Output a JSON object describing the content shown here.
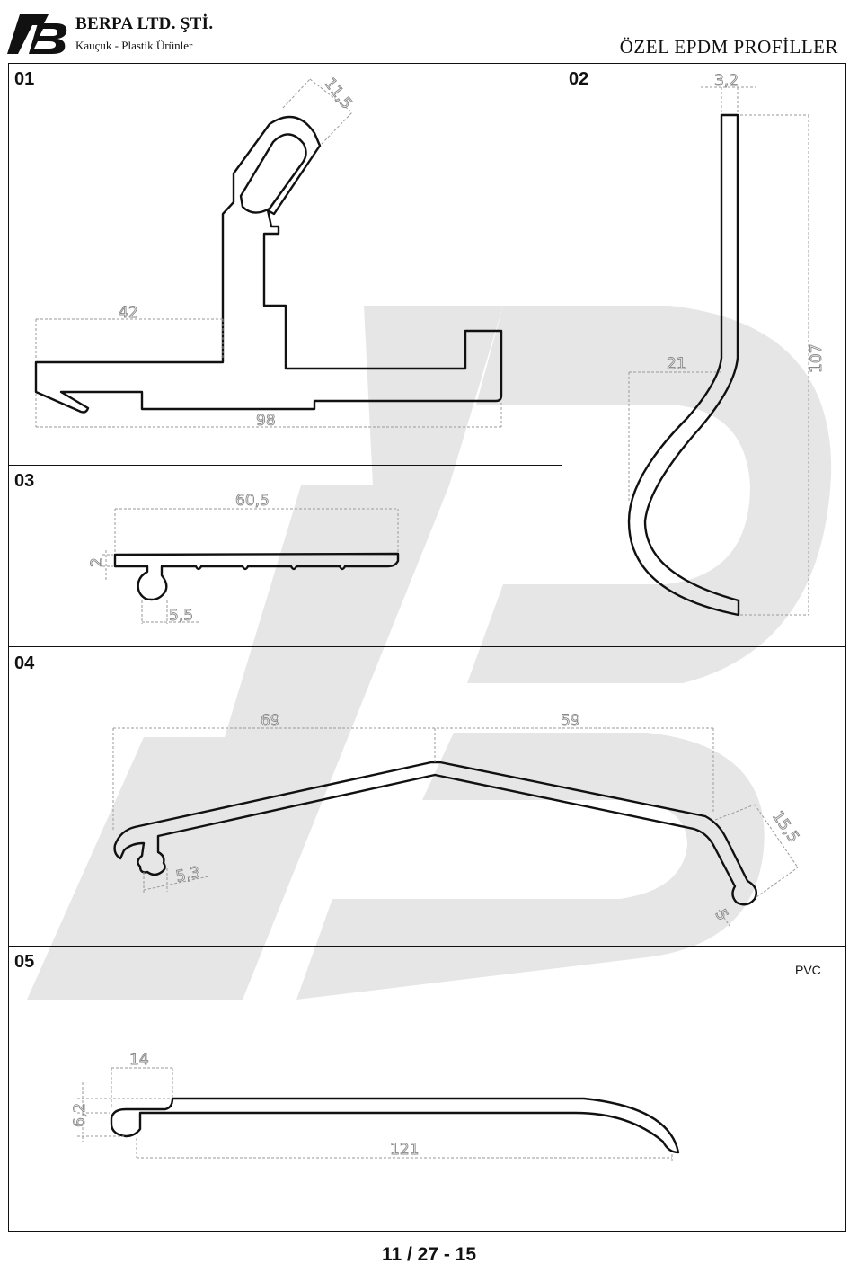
{
  "header": {
    "company_name": "BERPA LTD. ŞTİ.",
    "company_subtitle": "Kauçuk - Plastik Ürünler",
    "document_title": "ÖZEL EPDM PROFİLLER"
  },
  "panels": [
    {
      "number": "01",
      "dimensions": [
        "11,5",
        "42",
        "98"
      ]
    },
    {
      "number": "02",
      "dimensions": [
        "3,2",
        "21",
        "107"
      ]
    },
    {
      "number": "03",
      "dimensions": [
        "60,5",
        "2",
        "5,5"
      ]
    },
    {
      "number": "04",
      "dimensions": [
        "69",
        "59",
        "15,5",
        "5,3",
        "5"
      ]
    },
    {
      "number": "05",
      "material": "PVC",
      "dimensions": [
        "14",
        "6,2",
        "121"
      ]
    }
  ],
  "footer": {
    "page_number": "11 / 27 - 15"
  },
  "colors": {
    "line": "#111111",
    "dimension": "#888888",
    "watermark": "#e6e6e6"
  }
}
